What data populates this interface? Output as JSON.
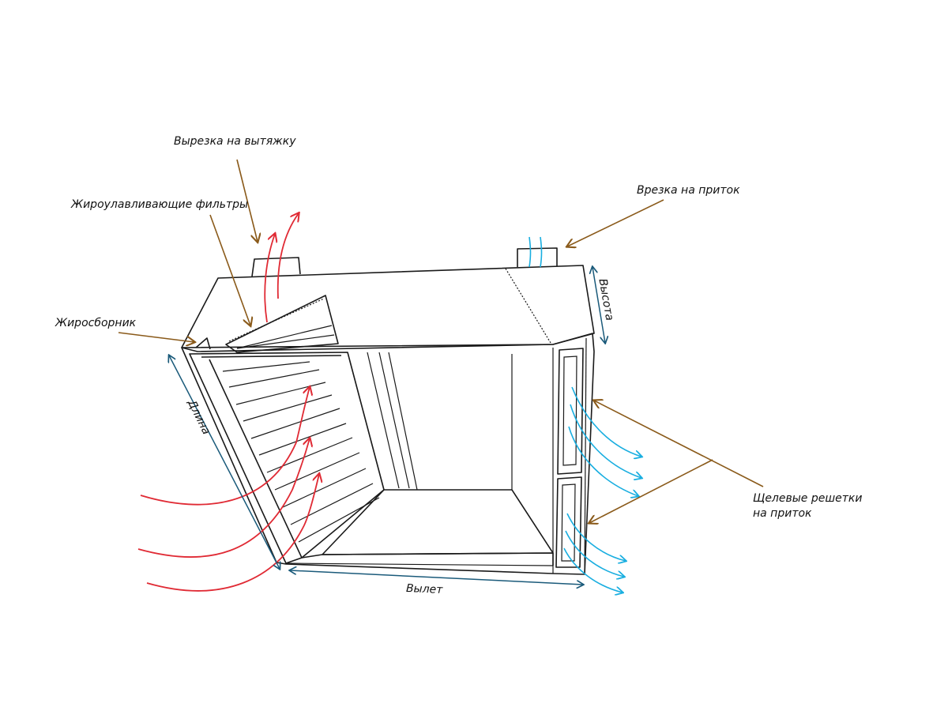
{
  "labels": {
    "exhaust_cutout": "Вырезка на вытяжку",
    "grease_filters": "Жироулавливающие фильтры",
    "grease_collector": "Жиросборник",
    "supply_inlet": "Врезка на приток",
    "slot_grilles_line1": "Щелевые решетки",
    "slot_grilles_line2": "на приток"
  },
  "dimensions": {
    "length": "Длина",
    "overhang": "Вылет",
    "height": "Высота"
  },
  "colors": {
    "exhaust_air": "#e02a34",
    "supply_air": "#19aee0",
    "leader_arrow": "#8a5a1a",
    "dimension_line": "#1a5a7a",
    "outline": "#1a1a1a"
  }
}
